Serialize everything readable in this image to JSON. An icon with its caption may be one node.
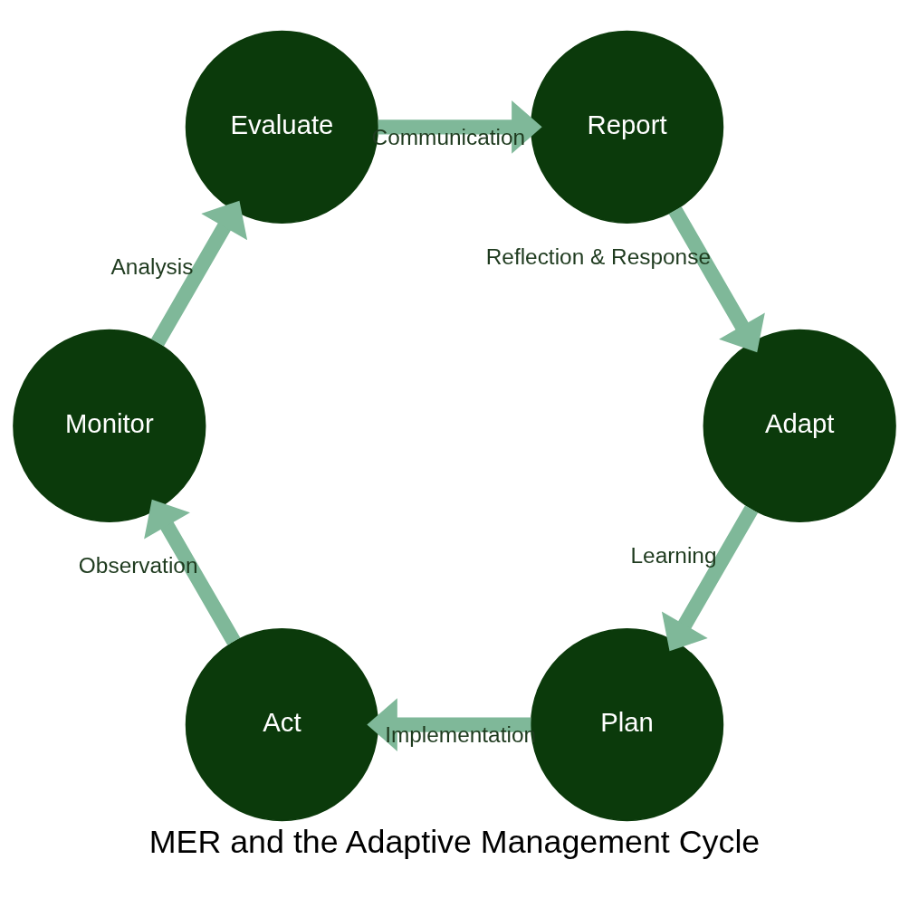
{
  "diagram": {
    "title": "MER and the Adaptive Management Cycle",
    "nodes": [
      {
        "text": [
          "Plan"
        ]
      },
      {
        "text": [
          "Act"
        ]
      },
      {
        "text": [
          "Monitor"
        ]
      },
      {
        "text": [
          "Evaluate"
        ]
      },
      {
        "text": [
          "Report"
        ]
      },
      {
        "text": [
          "Adapt"
        ]
      }
    ],
    "edges": [
      {
        "from": 0,
        "to": 1,
        "arrow": "to",
        "label": "Implementation"
      },
      {
        "from": 1,
        "to": 2,
        "arrow": "to",
        "label": "Observation"
      },
      {
        "from": 2,
        "to": 3,
        "arrow": "to",
        "label": "Analysis"
      },
      {
        "from": 3,
        "to": 4,
        "arrow": "to",
        "label": "Communication"
      },
      {
        "from": 4,
        "to": 5,
        "arrow": "to",
        "label": "Reflection & Response"
      },
      {
        "from": 5,
        "to": 0,
        "arrow": "to",
        "label": "Learning"
      }
    ]
  }
}
